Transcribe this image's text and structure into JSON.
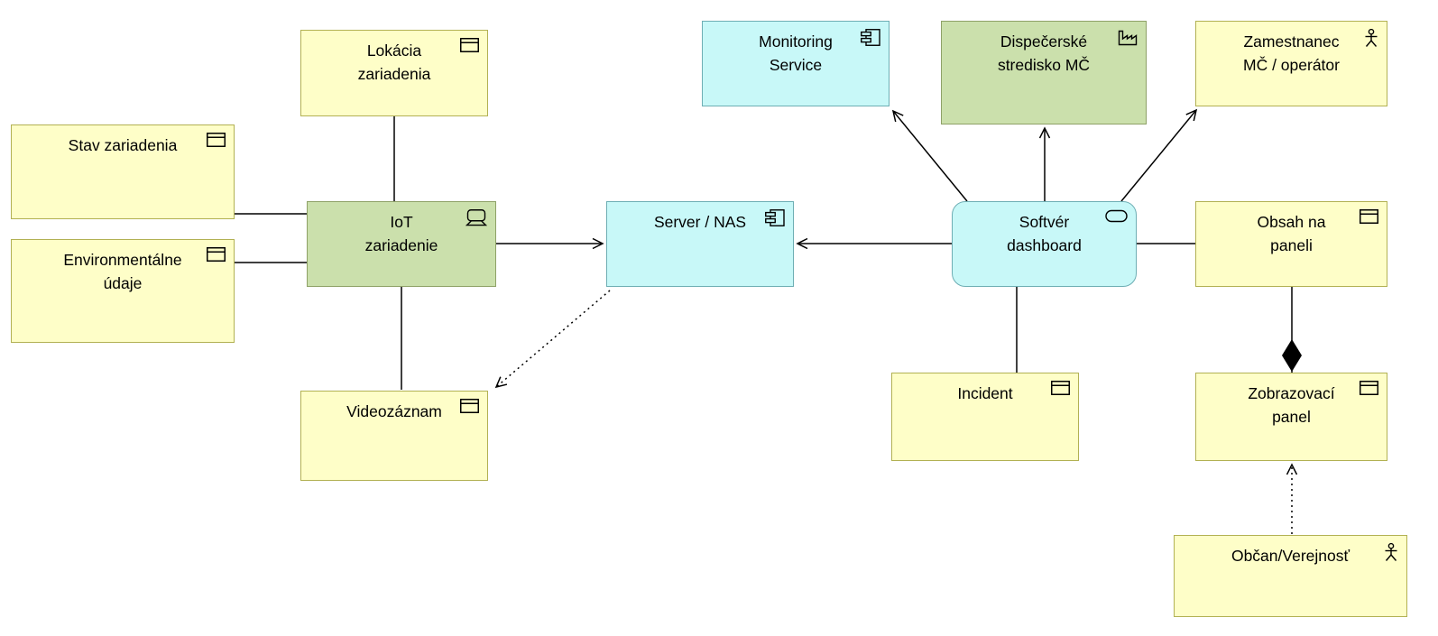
{
  "diagram": {
    "kind": "archimate-model-diagram",
    "background": "#FFFFFF"
  },
  "colors": {
    "business_fill": "#FEFEC8",
    "business_border": "#B2B153",
    "app_fill": "#C8F8F8",
    "app_border": "#6EAEB4",
    "tech_fill": "#CBE0AC",
    "tech_border": "#8EA167",
    "line": "#000000"
  },
  "nodes": [
    {
      "id": "lokacia-zariadenia",
      "label": "Lokácia\nzariadenia",
      "type": "business-object",
      "layer": "business"
    },
    {
      "id": "stav-zariadenia",
      "label": "Stav zariadenia",
      "type": "business-object",
      "layer": "business"
    },
    {
      "id": "environmentalne-udaje",
      "label": "Environmentálne\núdaje",
      "type": "business-object",
      "layer": "business"
    },
    {
      "id": "iot-zariadenie",
      "label": "IoT\nzariadenie",
      "type": "device",
      "layer": "technology"
    },
    {
      "id": "videozaznam",
      "label": "Videozáznam",
      "type": "business-object",
      "layer": "business"
    },
    {
      "id": "server-nas",
      "label": "Server / NAS",
      "type": "component",
      "layer": "application"
    },
    {
      "id": "monitoring-service",
      "label": "Monitoring\nService",
      "type": "component",
      "layer": "application"
    },
    {
      "id": "dispecerske-stredisko",
      "label": "Dispečerské\nstredisko MČ",
      "type": "facility",
      "layer": "technology"
    },
    {
      "id": "zamestnanec-operator",
      "label": "Zamestnanec\nMČ / operátor",
      "type": "actor",
      "layer": "business"
    },
    {
      "id": "softver-dashboard",
      "label": "Softvér\ndashboard",
      "type": "application-service",
      "layer": "application"
    },
    {
      "id": "obsah-na-paneli",
      "label": "Obsah na\npaneli",
      "type": "business-object",
      "layer": "business"
    },
    {
      "id": "incident",
      "label": "Incident",
      "type": "business-object",
      "layer": "business"
    },
    {
      "id": "zobrazovaci-panel",
      "label": "Zobrazovací\npanel",
      "type": "business-object",
      "layer": "business"
    },
    {
      "id": "obcan-verejnost",
      "label": "Občan/Verejnosť",
      "type": "actor",
      "layer": "business"
    }
  ],
  "edges": [
    {
      "from": "lokacia-zariadenia",
      "to": "iot-zariadenie",
      "type": "association"
    },
    {
      "from": "stav-zariadenia",
      "to": "iot-zariadenie",
      "type": "association"
    },
    {
      "from": "environmentalne-udaje",
      "to": "iot-zariadenie",
      "type": "association"
    },
    {
      "from": "iot-zariadenie",
      "to": "videozaznam",
      "type": "association"
    },
    {
      "from": "iot-zariadenie",
      "to": "server-nas",
      "type": "arrow"
    },
    {
      "from": "server-nas",
      "to": "videozaznam",
      "type": "dashed-arrow"
    },
    {
      "from": "softver-dashboard",
      "to": "server-nas",
      "type": "arrow"
    },
    {
      "from": "softver-dashboard",
      "to": "monitoring-service",
      "type": "arrow"
    },
    {
      "from": "softver-dashboard",
      "to": "dispecerske-stredisko",
      "type": "arrow"
    },
    {
      "from": "softver-dashboard",
      "to": "zamestnanec-operator",
      "type": "arrow"
    },
    {
      "from": "softver-dashboard",
      "to": "incident",
      "type": "association"
    },
    {
      "from": "softver-dashboard",
      "to": "obsah-na-paneli",
      "type": "association"
    },
    {
      "from": "obsah-na-paneli",
      "to": "zobrazovaci-panel",
      "type": "composition"
    },
    {
      "from": "obcan-verejnost",
      "to": "zobrazovaci-panel",
      "type": "dashed-arrow"
    }
  ]
}
